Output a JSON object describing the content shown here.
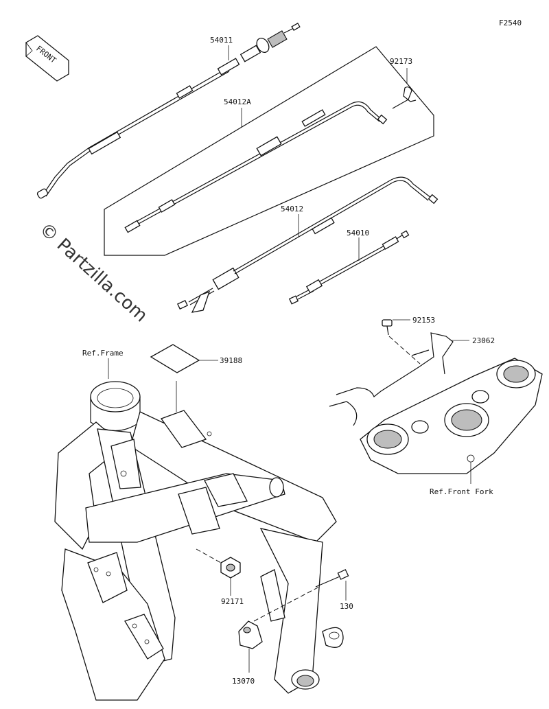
{
  "figure_code": "F2540",
  "watermark": "© Partzilla.com",
  "front_arrow_label": "FRONT",
  "callouts": {
    "p54011": "54011",
    "p54012A": "54012A",
    "p92173": "92173",
    "p54012": "54012",
    "p54010": "54010",
    "p92153": "92153",
    "p23062": "23062",
    "ref_frame": "Ref.Frame",
    "p39188": "39188",
    "ref_front_fork": "Ref.Front Fork",
    "p92171": "92171",
    "p130": "130",
    "p13070": "13070"
  }
}
